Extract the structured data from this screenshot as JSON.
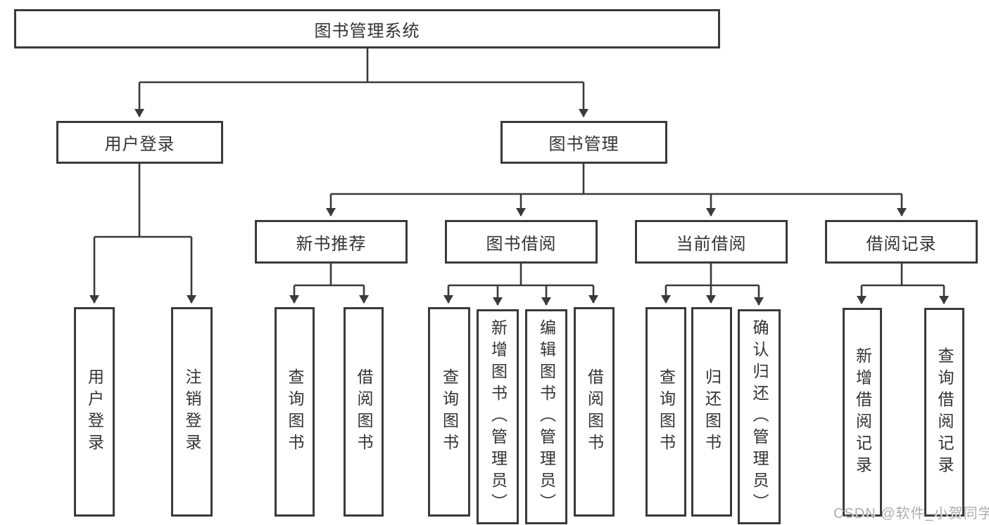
{
  "watermark": "CSDN @软件_小贺同学",
  "colors": {
    "line": "#3a3a3a",
    "text": "#333333",
    "watermark": "#adadad",
    "background": "#ffffff"
  },
  "tree": {
    "root": {
      "label": "图书管理系统"
    },
    "user_login": {
      "label": "用户登录",
      "children": {
        "login": {
          "label": "用户登录"
        },
        "logout": {
          "label": "注销登录"
        }
      }
    },
    "book_mgmt": {
      "label": "图书管理",
      "children": {
        "new_book_rec": {
          "label": "新书推荐",
          "children": {
            "query_books": {
              "label": "查询图书"
            },
            "borrow_books": {
              "label": "借阅图书"
            }
          }
        },
        "book_borrow": {
          "label": "图书借阅",
          "children": {
            "query_books": {
              "label": "查询图书"
            },
            "add_books": {
              "label": "新增图书（管理员）"
            },
            "edit_books": {
              "label": "编辑图书（管理员）"
            },
            "borrow_books": {
              "label": "借阅图书"
            }
          }
        },
        "current_borrow": {
          "label": "当前借阅",
          "children": {
            "query_books": {
              "label": "查询图书"
            },
            "return_books": {
              "label": "归还图书"
            },
            "confirm_return": {
              "label": "确认归还（管理员）"
            }
          }
        },
        "borrow_records": {
          "label": "借阅记录",
          "children": {
            "add_record": {
              "label": "新增借阅记录"
            },
            "query_record": {
              "label": "查询借阅记录"
            }
          }
        }
      }
    }
  }
}
